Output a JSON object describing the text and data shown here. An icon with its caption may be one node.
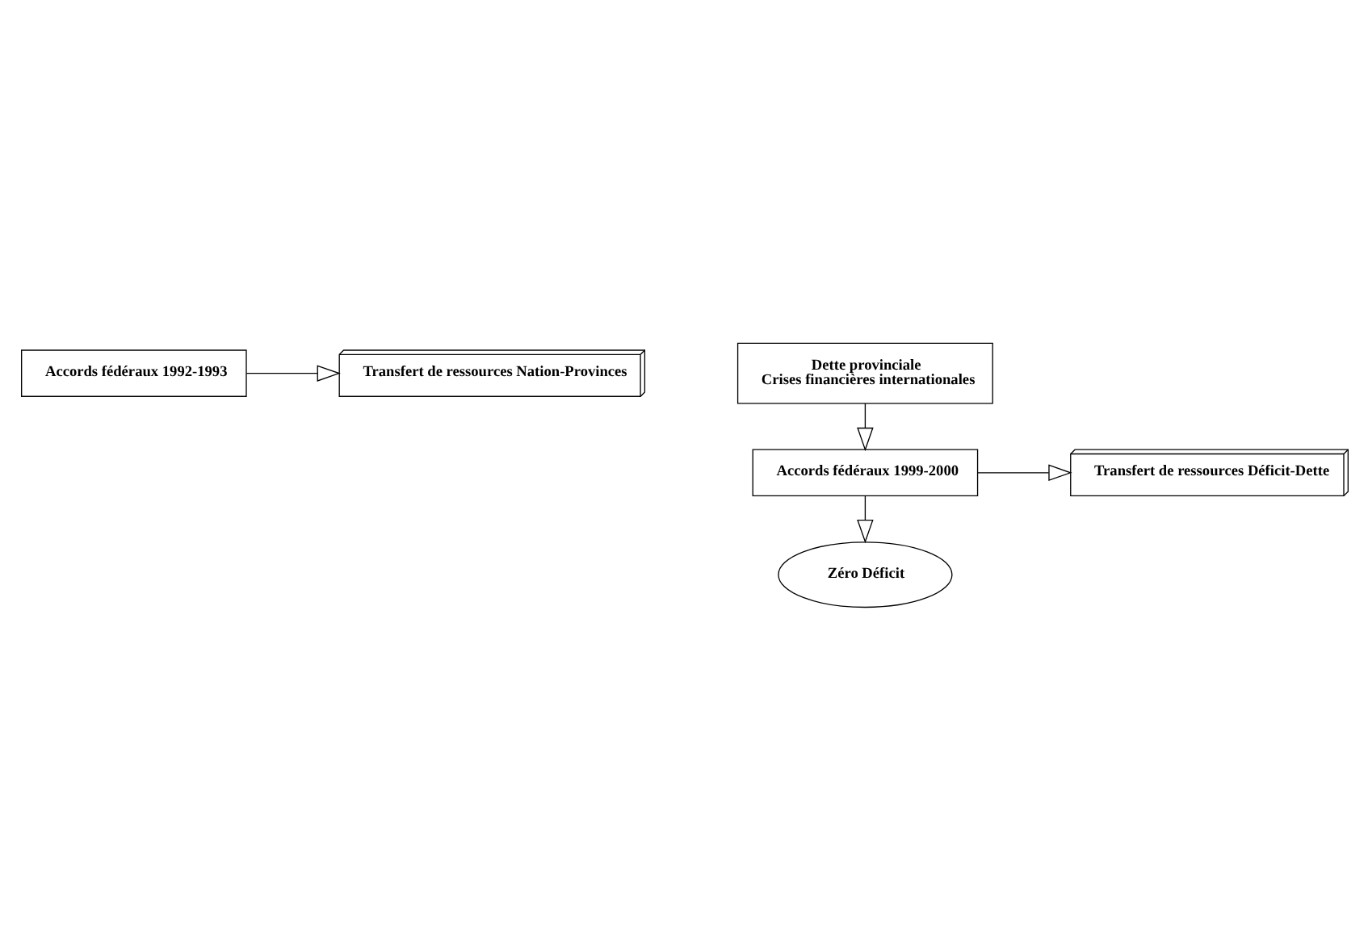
{
  "diagram": {
    "nodes": [
      {
        "text": [
          "Accords fédéraux 1992-1993"
        ]
      },
      {
        "text": [
          "Transfert de ressources Nation-Provinces"
        ]
      },
      {
        "text": [
          "Dette provinciale",
          "Crises financières internationales"
        ]
      },
      {
        "text": [
          "Accords fédéraux 1999-2000"
        ]
      },
      {
        "text": [
          "Transfert de ressources Déficit-Dette"
        ]
      },
      {
        "text": [
          "Zéro Déficit"
        ]
      }
    ],
    "edges": [
      {
        "from": 0,
        "to": 1,
        "arrow": "to"
      },
      {
        "from": 2,
        "to": 3,
        "arrow": "to"
      },
      {
        "from": 3,
        "to": 4,
        "arrow": "to"
      },
      {
        "from": 3,
        "to": 5,
        "arrow": "to"
      }
    ]
  }
}
